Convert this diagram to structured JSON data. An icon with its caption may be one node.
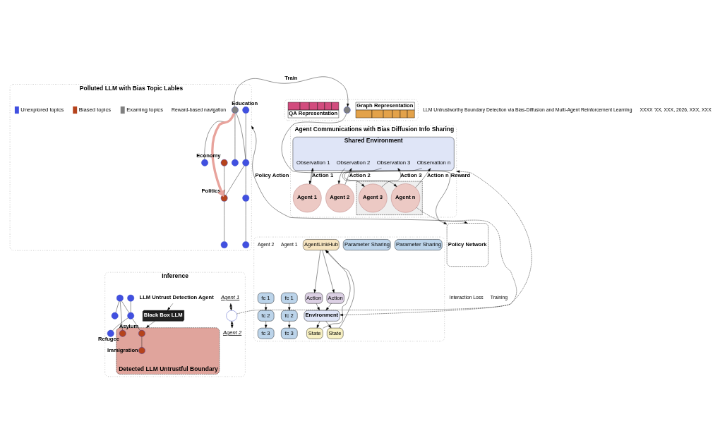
{
  "diagram": {
    "nodes": [
      {
        "text": [
          "Polluted LLM with Bias Topic Lables"
        ]
      },
      {
        "text": [],
        "shape": "circle",
        "in": 0,
        "beside": [
          "Education"
        ]
      },
      {
        "text": [],
        "shape": "circle",
        "in": 0
      },
      {
        "text": [],
        "shape": "circle",
        "in": 0
      },
      {
        "text": [],
        "shape": "circle",
        "in": 0
      },
      {
        "text": [],
        "shape": "circle",
        "in": 0,
        "beside": [
          "Economy"
        ]
      },
      {
        "text": [],
        "shape": "circle",
        "in": 0
      },
      {
        "text": [],
        "shape": "circle",
        "in": 0
      },
      {
        "text": [],
        "shape": "circle",
        "in": 0,
        "beside": [
          "Politics"
        ]
      },
      {
        "text": [],
        "shape": "circle",
        "in": 0
      },
      {
        "text": [],
        "shape": "circle",
        "in": 0
      },
      {
        "text": [],
        "shape": "box"
      },
      {
        "text": [
          "Graph Representation"
        ],
        "in": 11
      },
      {
        "text": [],
        "shape": "circle",
        "in": 11
      },
      {
        "text": [
          "QA Representation"
        ],
        "in": 11
      },
      {
        "text": [
          "Policy Network"
        ]
      },
      {
        "text": [
          "Inference"
        ]
      },
      {
        "text": [
          "Black Box LLM"
        ],
        "in": 16
      },
      {
        "text": [
          "LLM Untrust Detection Agent"
        ],
        "in": 16
      },
      {
        "text": [
          "Agent 2"
        ],
        "in": 16
      },
      {
        "text": [
          "Agent 1"
        ],
        "in": 16
      },
      {
        "text": [],
        "shape": "bubble",
        "in": 16
      },
      {
        "text": [],
        "shape": "circle",
        "in": 16
      },
      {
        "text": [],
        "shape": "circle",
        "in": 16
      },
      {
        "text": [],
        "shape": "circle",
        "in": 16
      },
      {
        "text": [],
        "shape": "circle",
        "in": 16
      },
      {
        "text": [],
        "shape": "circle",
        "in": 16
      },
      {
        "text": [
          "Detected LLM Untrustful Boundary"
        ],
        "in": 16
      },
      {
        "text": [],
        "shape": "circle",
        "in": 27,
        "beside": [
          "Asylum"
        ]
      },
      {
        "text": [],
        "shape": "circle",
        "in": 27,
        "beside": [
          "Refugee"
        ]
      },
      {
        "text": [],
        "shape": "circle",
        "in": 27,
        "beside": [
          "Immigration"
        ]
      },
      {
        "text": [
          "Agent Communications with Bias Diffusion Info Sharing"
        ]
      },
      {
        "text": [
          "Shared Environment"
        ],
        "in": 31
      },
      {
        "text": [
          "Observation 1"
        ],
        "in": 32
      },
      {
        "text": [
          "Observation 2"
        ],
        "in": 32
      },
      {
        "text": [
          "Observation 3"
        ],
        "in": 32
      },
      {
        "text": [
          "Observation n"
        ],
        "in": 32
      },
      {
        "text": [
          "Agent 1"
        ],
        "in": 31
      },
      {
        "text": [
          "Agent 2"
        ],
        "in": 31
      },
      {
        "text": [],
        "shape": "box",
        "in": 31
      },
      {
        "text": [
          "Agent 3"
        ],
        "in": 39
      },
      {
        "text": [
          "Agent n"
        ],
        "in": 39
      },
      {
        "text": [],
        "shape": "box"
      },
      {
        "text": [
          "fc 1"
        ],
        "in": 42
      },
      {
        "text": [
          "fc 1"
        ],
        "in": 42
      },
      {
        "text": [
          "Parameter Sharing"
        ],
        "in": 42
      },
      {
        "text": [
          "fc 2"
        ],
        "in": 42
      },
      {
        "text": [
          "fc 2"
        ],
        "in": 42
      },
      {
        "text": [
          "Parameter Sharing"
        ],
        "in": 42
      },
      {
        "text": [
          "fc 3"
        ],
        "in": 42
      },
      {
        "text": [
          "fc 3"
        ],
        "in": 42
      },
      {
        "text": [
          "AgentLinkHub"
        ],
        "in": 42
      },
      {
        "text": [
          "State"
        ],
        "in": 42
      },
      {
        "text": [
          "Action"
        ],
        "in": 42
      },
      {
        "text": [
          "Action"
        ],
        "in": 42
      },
      {
        "text": [
          "State"
        ],
        "in": 42
      },
      {
        "text": [
          "Environment"
        ],
        "in": 42
      }
    ],
    "edges": [
      {
        "from": 1,
        "to": 2,
        "arrow": "none"
      },
      {
        "from": 1,
        "to": 4,
        "arrow": "none"
      },
      {
        "from": 1,
        "to": 7,
        "arrow": "none"
      },
      {
        "from": 3,
        "to": 4,
        "arrow": "none"
      },
      {
        "from": 4,
        "to": 6,
        "arrow": "none"
      },
      {
        "from": 6,
        "to": 9,
        "arrow": "none"
      },
      {
        "from": 4,
        "to": 8,
        "arrow": "none"
      },
      {
        "from": 5,
        "to": 8,
        "arrow": "none"
      },
      {
        "from": 8,
        "to": 10,
        "arrow": "none"
      },
      {
        "from": 1,
        "to": 8,
        "arrow": "to",
        "style": "thick",
        "color": "#e8a39c"
      },
      {
        "from": 1,
        "to": 13,
        "label": "Train",
        "arrow": "to"
      },
      {
        "from": 13,
        "to": 15,
        "label": "Reward",
        "arrow": "to"
      },
      {
        "from": 15,
        "to": 0,
        "label": "Policy Action",
        "arrow": "both"
      },
      {
        "from": 18,
        "to": 17,
        "arrow": "to"
      },
      {
        "from": 17,
        "to": 27,
        "arrow": "to"
      },
      {
        "from": 21,
        "to": 19,
        "arrow": "both"
      },
      {
        "from": 20,
        "to": 21,
        "arrow": "both"
      },
      {
        "from": 22,
        "to": 23,
        "arrow": "none"
      },
      {
        "from": 22,
        "to": 25,
        "arrow": "none"
      },
      {
        "from": 24,
        "to": 25,
        "arrow": "none"
      },
      {
        "from": 25,
        "to": 26,
        "arrow": "none"
      },
      {
        "from": 25,
        "to": 28,
        "arrow": "none"
      },
      {
        "from": 22,
        "to": 29,
        "arrow": "none"
      },
      {
        "from": 28,
        "to": 30,
        "arrow": "none"
      },
      {
        "from": 21,
        "to": 31,
        "arrow": "to",
        "style": "dashed"
      },
      {
        "from": 37,
        "to": 33,
        "label": "Action 1",
        "arrow": "to"
      },
      {
        "from": 33,
        "to": 37,
        "arrow": "to"
      },
      {
        "from": 38,
        "to": 34,
        "label": "Action 2",
        "arrow": "to"
      },
      {
        "from": 34,
        "to": 38,
        "arrow": "to"
      },
      {
        "from": 40,
        "to": 35,
        "label": "Action 3",
        "arrow": "to"
      },
      {
        "from": 35,
        "to": 40,
        "arrow": "to"
      },
      {
        "from": 41,
        "to": 36,
        "label": "Action n",
        "arrow": "to"
      },
      {
        "from": 36,
        "to": 41,
        "arrow": "to"
      },
      {
        "from": 41,
        "to": 56,
        "arrow": "to",
        "style": "dashed"
      },
      {
        "from": 43,
        "to": 46,
        "arrow": "to"
      },
      {
        "from": 44,
        "to": 47,
        "arrow": "to"
      },
      {
        "from": 46,
        "to": 49,
        "arrow": "to"
      },
      {
        "from": 47,
        "to": 50,
        "arrow": "to"
      },
      {
        "from": 51,
        "to": 53,
        "arrow": "to"
      },
      {
        "from": 51,
        "to": 54,
        "arrow": "to"
      },
      {
        "from": 53,
        "to": 56,
        "arrow": "to"
      },
      {
        "from": 54,
        "to": 56,
        "arrow": "to"
      },
      {
        "from": 56,
        "to": 52,
        "arrow": "to"
      },
      {
        "from": 56,
        "to": 55,
        "arrow": "to"
      },
      {
        "from": 52,
        "to": 51,
        "arrow": "to"
      },
      {
        "from": 55,
        "to": 51,
        "arrow": "to"
      }
    ],
    "labels": [
      "LLM Untrustworthy Boundary Detection via Bias-Diffusion and Multi-Agent Reinforcement Learning",
      "XXXX 'XX, XXX, 2026, XXX, XXX",
      "Reward-based navigation",
      "Interaction Loss",
      "Training",
      "Agent 1",
      "Agent 2"
    ],
    "legend": [
      {
        "text": "Unexplored topics",
        "color": "#4150e0"
      },
      {
        "text": "Biased topics",
        "color": "#b5431c"
      },
      {
        "text": "Examing topics",
        "color": "#808080"
      }
    ]
  }
}
